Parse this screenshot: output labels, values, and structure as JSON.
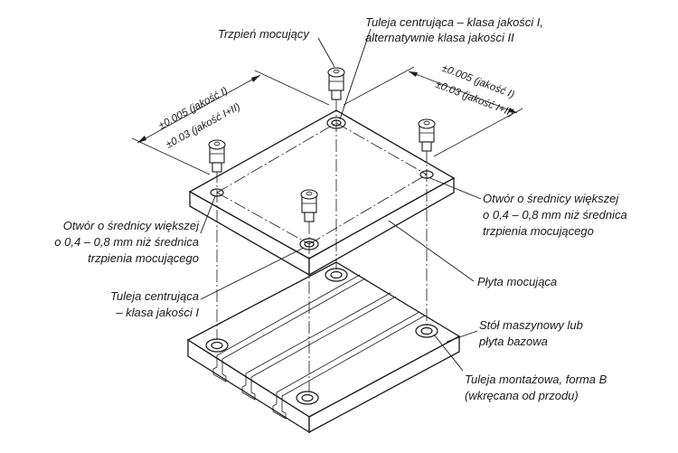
{
  "labels": {
    "mounting_pin": "Trzpień mocujący",
    "centering_sleeve_top_1": "Tuleja centrująca – klasa jakości I,",
    "centering_sleeve_top_2": "alternatywnie klasa jakości II",
    "hole_right_1": "Otwór o średnicy większej",
    "hole_right_2": "o 0,4 – 0,8 mm niż średnica",
    "hole_right_3": "trzpienia mocującego",
    "hole_left_1": "Otwór o średnicy większej",
    "hole_left_2": "o 0,4 – 0,8 mm niż średnica",
    "hole_left_3": "trzpienia mocującego",
    "mounting_plate": "Płyta mocująca",
    "centering_sleeve_left_1": "Tuleja centrująca",
    "centering_sleeve_left_2": "– klasa jakości I",
    "machine_table_1": "Stół maszynowy lub",
    "machine_table_2": "płyta bazowa",
    "mounting_sleeve_1": "Tuleja montażowa, forma B",
    "mounting_sleeve_2": "(wkręcana od przodu)"
  },
  "dimensions": {
    "left_tol_1": "±0.005 (jakość I)",
    "left_tol_2": "±0.03 (jakość I+II)",
    "right_tol_1": "±0.005 (jakość I)",
    "right_tol_2": "±0.03 (jakość I+II)"
  }
}
